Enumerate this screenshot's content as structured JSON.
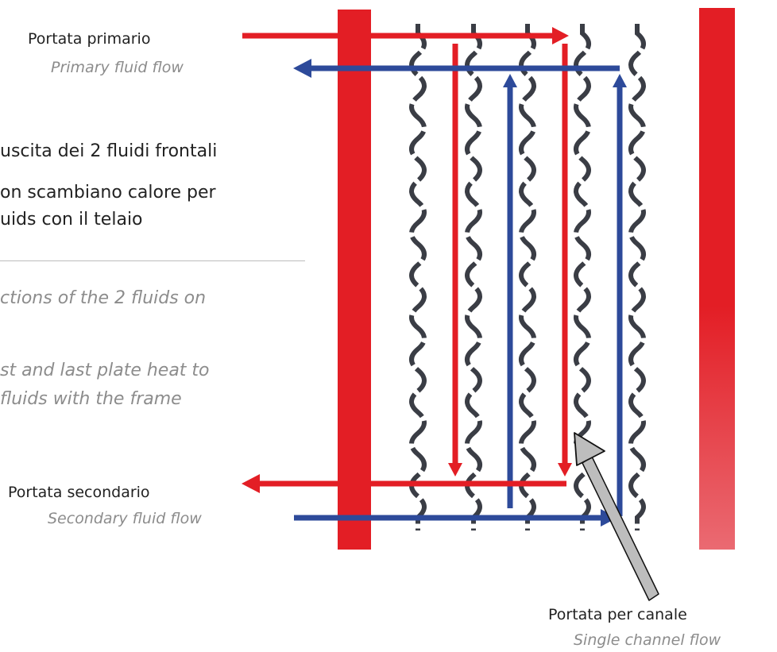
{
  "labels": {
    "primary_it": "Portata primario",
    "primary_en": "Primary fluid flow",
    "secondary_it": "Portata secondario",
    "secondary_en": "Secondary fluid flow",
    "channel_it": "Portata per canale",
    "channel_en": "Single channel flow"
  },
  "text_block": {
    "line1": "uscita dei 2 fluidi frontali",
    "line2": "on scambiano calore per",
    "line3": "uids con il telaio",
    "en_line1": "ctions of the 2 fluids on",
    "en_line2": "st and last plate heat to",
    "en_line3": " fluids with the frame"
  },
  "colors": {
    "hot": "#e31e25",
    "cold": "#2d4a9a",
    "plate": "#3a3d45",
    "pointer": "#bdbdbd"
  }
}
